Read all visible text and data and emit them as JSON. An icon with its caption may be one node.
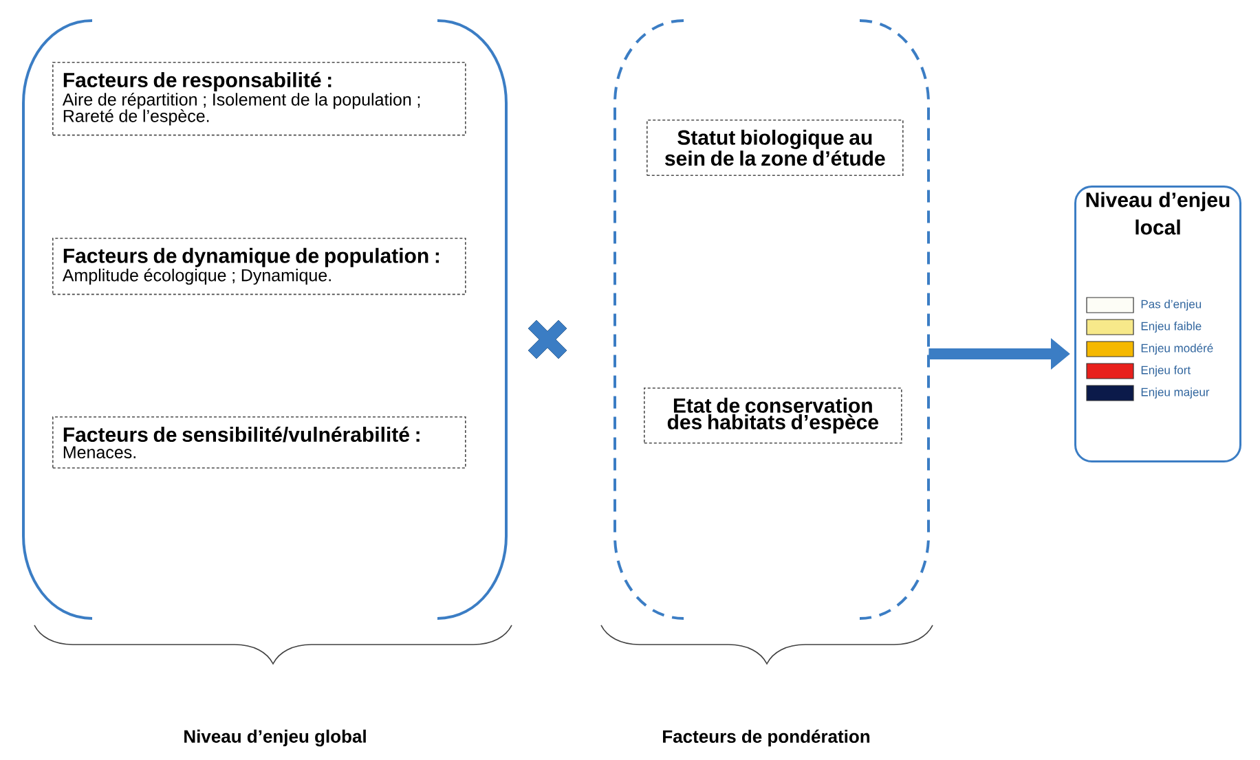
{
  "diagram": {
    "nodes": [
      {
        "text": [],
        "shape": "box"
      },
      {
        "text": [
          "Facteurs de responsabilité :",
          "Aire de répartition ; Isolement de la population ; Rareté de l’espèce."
        ],
        "in": 0
      },
      {
        "text": [
          "Facteurs de dynamique de population :",
          "Amplitude écologique ; Dynamique."
        ],
        "in": 0
      },
      {
        "text": [
          "Facteurs de sensibilité/vulnérabilité :",
          "Menaces."
        ],
        "in": 0
      },
      {
        "text": [],
        "shape": "box"
      },
      {
        "text": [
          "Statut biologique au sein de la zone d’étude"
        ],
        "in": 4
      },
      {
        "text": [
          "Etat de conservation des habitats d’espèce"
        ],
        "in": 4
      },
      {
        "text": [
          "Niveau d’enjeu local"
        ]
      }
    ],
    "edges": [
      {
        "from": 4,
        "to": 7,
        "arrow": "to"
      }
    ],
    "labels": [
      "Niveau d’enjeu global",
      "Facteurs de pondération"
    ],
    "legend": [
      {
        "text": "Pas d’enjeu",
        "color": "#fdfdf6"
      },
      {
        "text": "Enjeu faible",
        "color": "#f7e98a"
      },
      {
        "text": "Enjeu modéré",
        "color": "#f5b800"
      },
      {
        "text": "Enjeu fort",
        "color": "#e8201c"
      },
      {
        "text": "Enjeu majeur",
        "color": "#0b1a4a"
      }
    ]
  }
}
